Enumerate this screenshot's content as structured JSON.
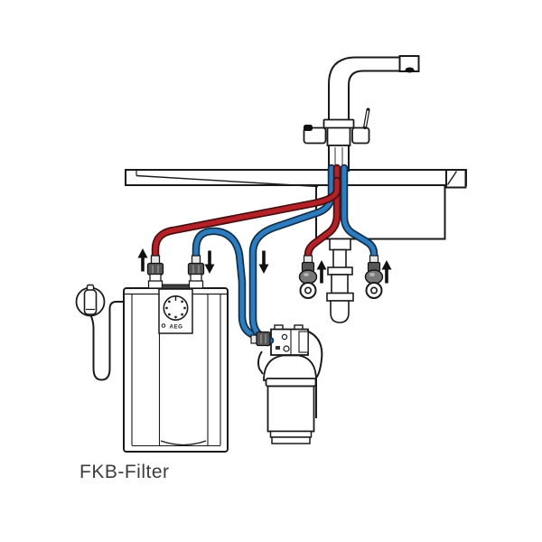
{
  "caption": "FKB-Filter",
  "brand_label": "AEG",
  "colors": {
    "hot": "#b42126",
    "hot_outline": "#4a0e10",
    "cold": "#2e7cc0",
    "cold_outline": "#11304a",
    "outline": "#1a1a1a",
    "arrow": "#111111",
    "metal_dark": "#565656",
    "metal_mid": "#787878",
    "caption_text": "#3d3d3d"
  },
  "flow_indicators": [
    {
      "name": "boiler-hot-outlet",
      "direction": "up"
    },
    {
      "name": "boiler-cold-inlet",
      "direction": "down"
    },
    {
      "name": "tap-to-filter-line",
      "direction": "down"
    },
    {
      "name": "left-angle-valve-supply",
      "direction": "up"
    },
    {
      "name": "right-angle-valve-supply",
      "direction": "up"
    }
  ]
}
